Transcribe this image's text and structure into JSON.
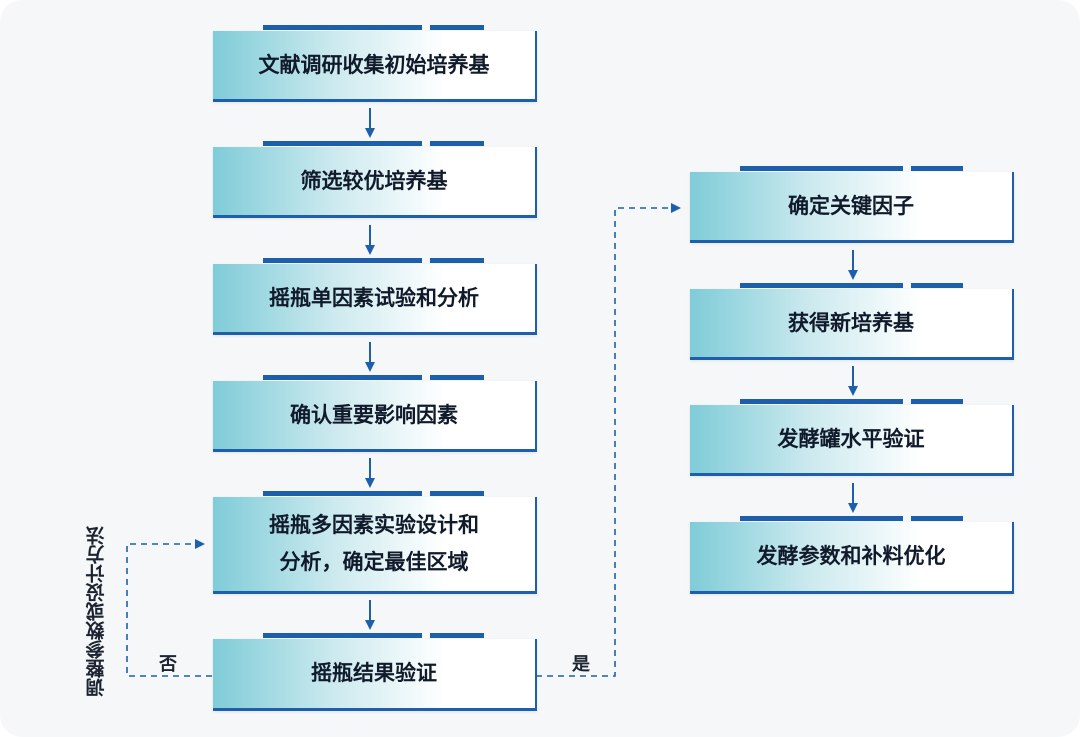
{
  "left_steps": [
    "文献调研收集初始培养基",
    "筛选较优培养基",
    "摇瓶单因素试验和分析",
    "确认重要影响因素",
    "摇瓶多因素实验设计和\n分析，确定最佳区域",
    "摇瓶结果验证"
  ],
  "right_steps": [
    "确定关键因子",
    "获得新培养基",
    "发酵罐水平验证",
    "发酵参数和补料优化"
  ],
  "loop_label": "调整参数或设计方法",
  "no_label": "否",
  "yes_label": "是",
  "colors": {
    "accent": "#1d5faa",
    "teal": "#7fccd8",
    "text": "#101a2a"
  }
}
